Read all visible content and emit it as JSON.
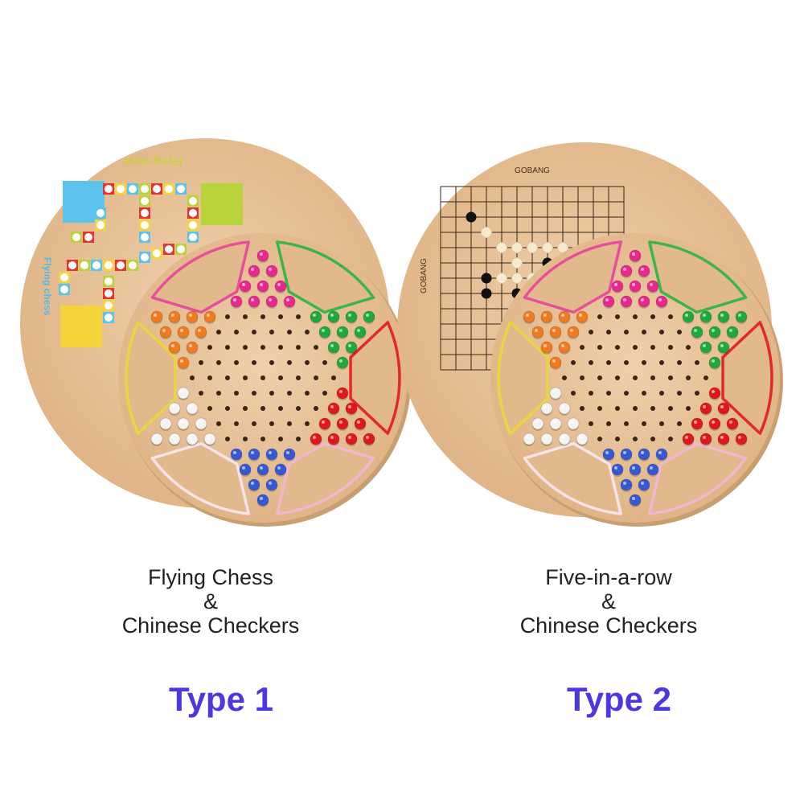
{
  "products": [
    {
      "board_label": "Flying chess",
      "caption": [
        "Flying Chess",
        "&",
        "Chinese Checkers"
      ],
      "type_label": "Type 1"
    },
    {
      "board_label": "GOBANG",
      "caption": [
        "Five-in-a-row",
        "&",
        "Chinese Checkers"
      ],
      "type_label": "Type 2"
    }
  ],
  "colors": {
    "wood": "#e8c49c",
    "type_label": "#4b38e0",
    "arm_top": "#e8288e",
    "arm_top_right": "#1fa83d",
    "arm_bottom_right": "#e0181d",
    "arm_bottom": "#3558d4",
    "arm_bottom_left": "#f4f4f4",
    "arm_top_left": "#f27a1e"
  }
}
